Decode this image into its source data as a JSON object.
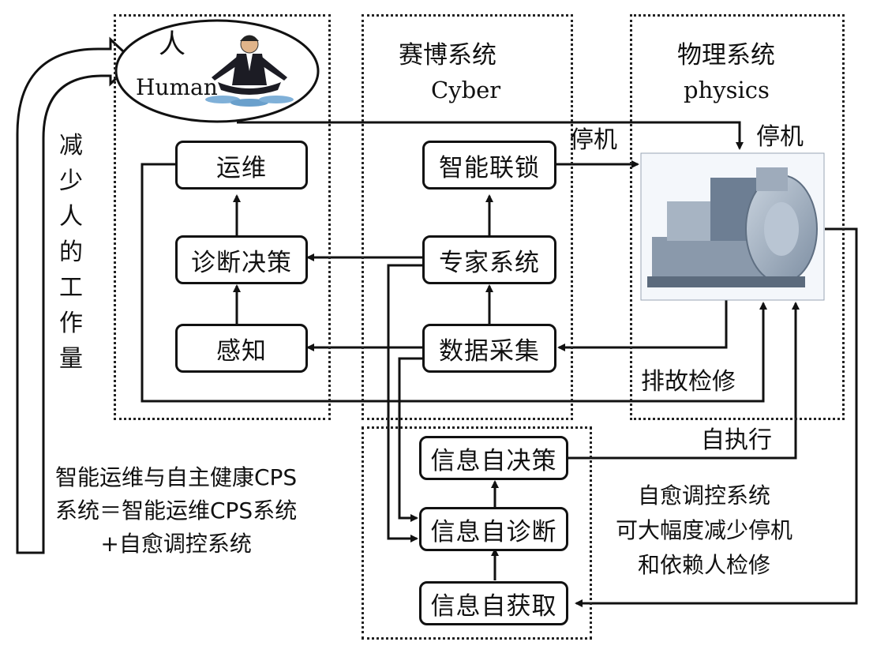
{
  "human": {
    "title_zh": "人",
    "title_en": "Human"
  },
  "cyber": {
    "title_zh": "赛博系统",
    "title_en": "Cyber"
  },
  "physics": {
    "title_zh": "物理系统",
    "title_en": "physics"
  },
  "human_boxes": {
    "ops": "运维",
    "decision": "诊断决策",
    "sense": "感知"
  },
  "cyber_boxes": {
    "interlock": "智能联锁",
    "expert": "专家系统",
    "collect": "数据采集"
  },
  "self_boxes": {
    "decide": "信息自决策",
    "diagnose": "信息自诊断",
    "acquire": "信息自获取"
  },
  "labels": {
    "stop_1": "停机",
    "stop_2": "停机",
    "troubleshoot": "排故检修",
    "self_exec": "自执行",
    "left_vertical": "减\n少\n人\n的\n工\n作\n量",
    "bottom_left": "智能运维与自主健康CPS\n系统＝智能运维CPS系统\n+自愈调控系统",
    "bottom_right": "自愈调控系统\n可大幅度减少停机\n和依赖人检修"
  }
}
